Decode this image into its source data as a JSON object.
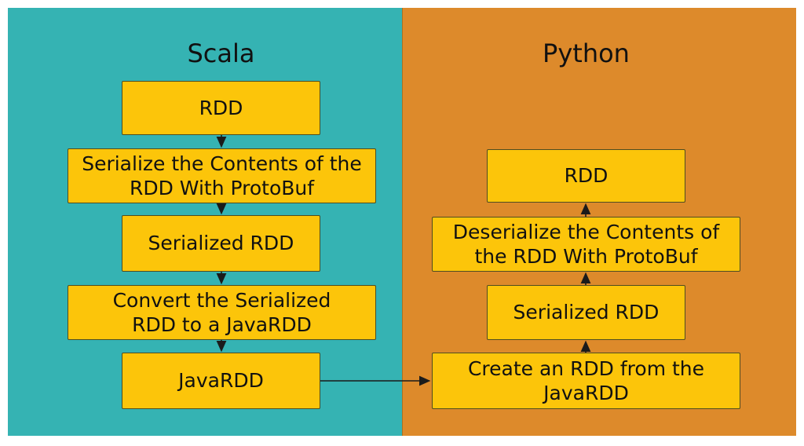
{
  "diagram": {
    "background_color": "#ffffff",
    "box_fill_color": "#fcc50a",
    "box_border_color": "#4f4d20",
    "arrow_color": "#1b1b1b",
    "panels": [
      {
        "title": "Scala",
        "color": "#35b3b3",
        "boxes": [
          {
            "lines": [
              "RDD"
            ]
          },
          {
            "lines": [
              "Serialize the Contents of the",
              "RDD With ProtoBuf"
            ]
          },
          {
            "lines": [
              "Serialized RDD"
            ]
          },
          {
            "lines": [
              "Convert the Serialized",
              "RDD to a JavaRDD"
            ]
          },
          {
            "lines": [
              "JavaRDD"
            ]
          }
        ]
      },
      {
        "title": "Python",
        "color": "#dd8a2b",
        "boxes": [
          {
            "lines": [
              "RDD"
            ]
          },
          {
            "lines": [
              "Deserialize the Contents of",
              "the RDD With ProtoBuf"
            ]
          },
          {
            "lines": [
              "Serialized RDD"
            ]
          },
          {
            "lines": [
              "Create an RDD from the",
              "JavaRDD"
            ]
          }
        ]
      }
    ]
  }
}
